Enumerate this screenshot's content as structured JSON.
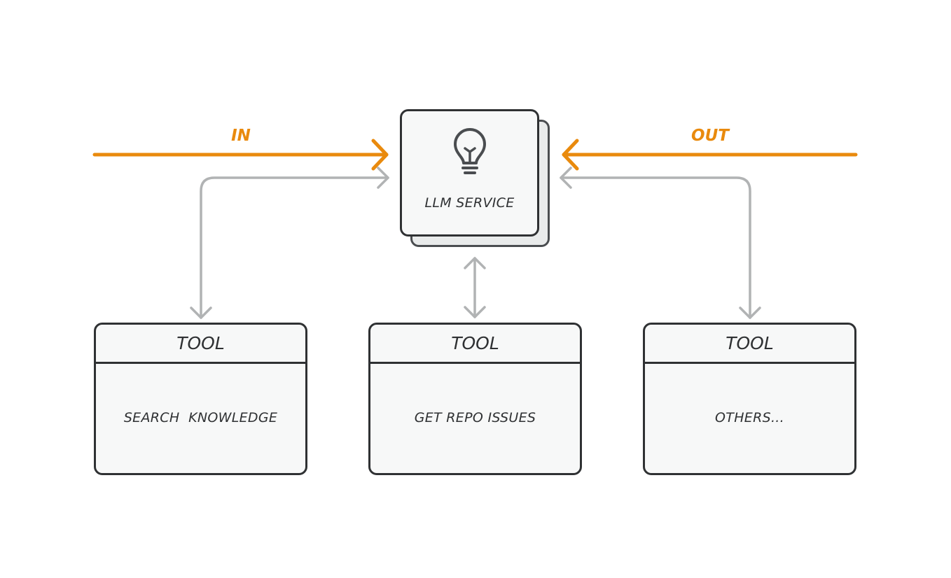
{
  "flow": {
    "in_label": "IN",
    "out_label": "OUT"
  },
  "llm_service": {
    "label": "LLM SERVICE",
    "icon": "lightbulb-icon"
  },
  "tools": [
    {
      "header": "TOOL",
      "description": "SEARCH  KNOWLEDGE"
    },
    {
      "header": "TOOL",
      "description": "GET REPO ISSUES"
    },
    {
      "header": "TOOL",
      "description": "OTHERS..."
    }
  ],
  "colors": {
    "accent": "#e98a0d",
    "connector": "#b1b3b4",
    "border": "#2f3133",
    "text": "#2f3133",
    "box_fill": "#f7f8f8"
  }
}
